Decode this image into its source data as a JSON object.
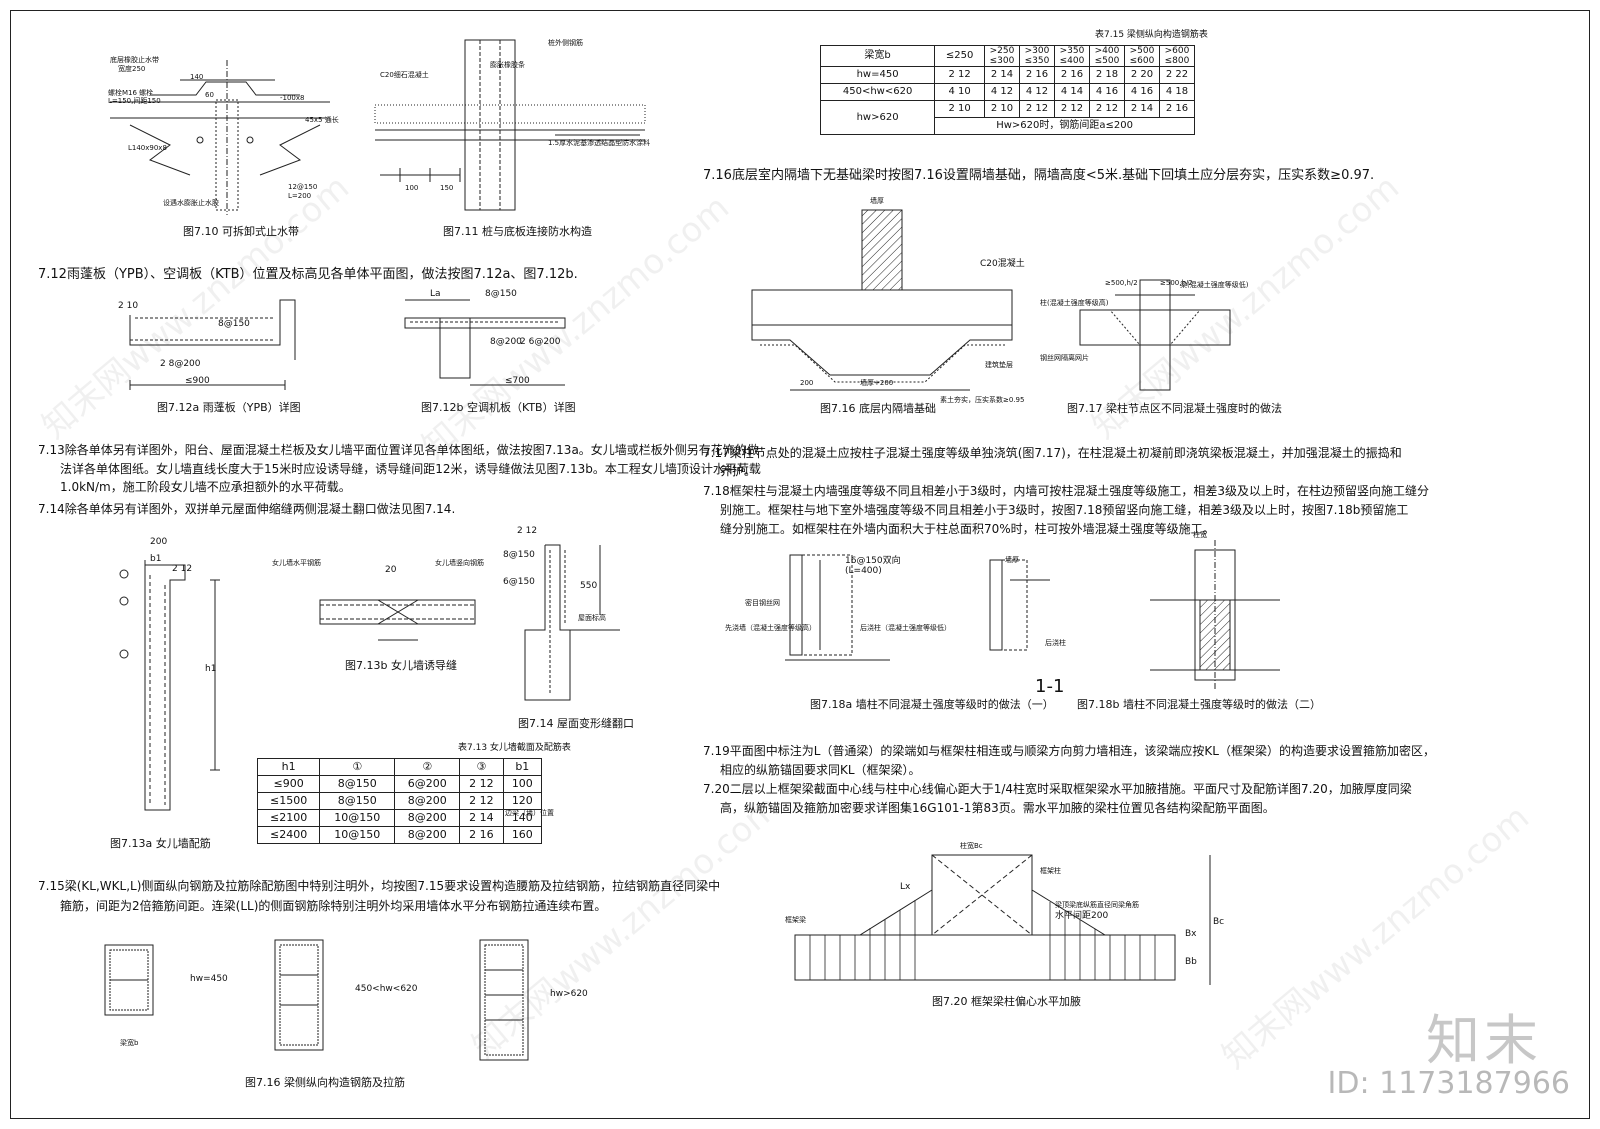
{
  "captions": {
    "f710": "图7.10  可拆卸式止水带",
    "f711": "图7.11  桩与底板连接防水构造",
    "f712a": "图7.12a  雨蓬板（YPB）详图",
    "f712b": "图7.12b  空调机板（KTB）详图",
    "f713a": "图7.13a  女儿墙配筋",
    "f713b": "图7.13b  女儿墙诱导缝",
    "f714": "图7.14  屋面变形缝翻口",
    "f716left": "图7.16  梁侧纵向构造钢筋及拉筋",
    "f716": "图7.16  底层内隔墙基础",
    "f717": "图7.17  梁柱节点区不同混凝土强度时的做法",
    "f718a": "图7.18a  墙柱不同混凝土强度等级时的做法（一）",
    "f718b": "图7.18b  墙柱不同混凝土强度等级时的做法（二）",
    "f720": "图7.20  框架梁柱偏心水平加腋",
    "sec11": "1-1"
  },
  "notes": {
    "n712": "7.12雨蓬板（YPB）、空调板（KTB）位置及标高见各单体平面图，做法按图7.12a、图7.12b.",
    "n713_1": "7.13除各单体另有详图外，阳台、屋面混凝土栏板及女儿墙平面位置详见各单体图纸，做法按图7.13a。女儿墙或栏板外侧另有花饰的做",
    "n713_2": "法详各单体图纸。女儿墙直线长度大于15米时应设诱导缝，诱导缝间距12米，诱导缝做法见图7.13b。本工程女儿墙顶设计水平荷载",
    "n713_3": "1.0kN/m，施工阶段女儿墙不应承担额外的水平荷载。",
    "n714": "7.14除各单体另有详图外，双拼单元屋面伸缩缝两侧混凝土翻口做法见图7.14.",
    "n715_1": "7.15梁(KL,WKL,L)侧面纵向钢筋及拉筋除配筋图中特别注明外，均按图7.15要求设置构造腰筋及拉结钢筋，拉结钢筋直径同梁中",
    "n715_2": "箍筋，间距为2倍箍筋间距。连梁(LL)的侧面钢筋除特别注明外均采用墙体水平分布钢筋拉通连续布置。",
    "n716": "7.16底层室内隔墙下无基础梁时按图7.16设置隔墙基础，隔墙高度<5米.基础下回填土应分层夯实，压实系数≥0.97.",
    "n717_1": "7.17梁柱节点处的混凝土应按柱子混凝土强度等级单独浇筑(图7.17)，在柱混凝土初凝前即浇筑梁板混凝土，并加强混凝土的振捣和",
    "n717_2": "养护。",
    "n718_1": "7.18框架柱与混凝土内墙强度等级不同且相差小于3级时，内墙可按柱混凝土强度等级施工，相差3级及以上时，在柱边预留竖向施工缝分",
    "n718_2": "别施工。框架柱与地下室外墙强度等级不同且相差小于3级时，按图7.18预留竖向施工缝，相差3级及以上时，按图7.18b预留施工",
    "n718_3": "缝分别施工。如框架柱在外墙内面积大于柱总面积70%时，柱可按外墙混凝土强度等级施工。",
    "n719_1": "7.19平面图中标注为L（普通梁）的梁端如与框架柱相连或与顺梁方向剪力墙相连，该梁端应按KL（框架梁）的构造要求设置箍筋加密区，",
    "n719_2": "相应的纵筋锚固要求同KL（框架梁）。",
    "n720_1": "7.20二层以上框架梁截面中心线与柱中心线偏心距大于1/4柱宽时采取框架梁水平加腋措施。平面尺寸及配筋详图7.20，加腋厚度同梁",
    "n720_2": "高，纵筋锚固及箍筋加密要求详图集16G101-1第83页。需水平加腋的梁柱位置见各结构梁配筋平面图。"
  },
  "table713": {
    "title": "表7.13  女儿墙截面及配筋表",
    "header": [
      "h1",
      "①",
      "②",
      "③",
      "b1"
    ],
    "rows": [
      [
        "≤900",
        "8@150",
        "6@200",
        "2 12",
        "100"
      ],
      [
        "≤1500",
        "8@150",
        "8@200",
        "2 12",
        "120"
      ],
      [
        "≤2100",
        "10@150",
        "8@200",
        "2 14",
        "140"
      ],
      [
        "≤2400",
        "10@150",
        "8@200",
        "2 16",
        "160"
      ]
    ]
  },
  "table715": {
    "title": "表7.15  梁侧纵向构造钢筋表",
    "header": [
      "梁宽b",
      "≤250",
      ">250 ≤300",
      ">300 ≤350",
      ">350 ≤400",
      ">400 ≤500",
      ">500 ≤600",
      ">600 ≤800"
    ],
    "rows": [
      [
        "hw=450",
        "2 12",
        "2 14",
        "2 16",
        "2 16",
        "2 18",
        "2 20",
        "2 22"
      ],
      [
        "450<hw<620",
        "4 10",
        "4 12",
        "4 12",
        "4 14",
        "4 16",
        "4 16",
        "4 18"
      ],
      [
        "hw>620",
        "2 10",
        "2 10",
        "2 12",
        "2 12",
        "2 12",
        "2 14",
        "2 16"
      ]
    ],
    "footnote": "Hw>620时，钢筋间距a≤200"
  },
  "labels": {
    "l1": "底层橡胶止水带",
    "l2": "宽度250",
    "l3": "140",
    "l4": "60",
    "l5": "螺栓M16 螺栓",
    "l6": "L=150,间距150",
    "l7": "-100x8",
    "l8": "45x5 通长",
    "l9": "L140x90x8",
    "l10": "12@150",
    "l11": "L=200",
    "l12": "设遇水膨胀止水胶",
    "l13": "C20细石混凝土",
    "l14": "桩外侧钢筋",
    "l15": "膨胀橡胶条",
    "l16": "100",
    "l17": "150",
    "l18": "1.5厚水泥基渗透结晶型防水涂料",
    "l19": "C20混凝土",
    "l20": "墙厚+200",
    "l21": "200",
    "l22": "素土夯实，压实系数≥0.95",
    "l23": "建筑垫层",
    "l24": "≥500,h/2",
    "l25": "≥500,h/2",
    "l26": "柱(混凝土强度等级高)",
    "l27": "梁(混凝土强度等级低)",
    "l28": "钢丝网隔离网片",
    "l29": "2 10",
    "l30": "8@150",
    "l31": "2 8@200",
    "l32": "≤900",
    "l33": "La",
    "l34": "8@150",
    "l35": "8@200",
    "l36": "2 6@200",
    "l37": "≤700",
    "l38": "边梁（墙）位置",
    "l39": "200",
    "l40": "b1",
    "l41": "2 12",
    "l42": "h1",
    "l43": "女儿墙水平钢筋",
    "l44": "女儿墙竖向钢筋",
    "l45": "20",
    "l46": "2 12",
    "l47": "8@150",
    "l48": "6@150",
    "l49": "550",
    "l50": "屋面标高",
    "l51": "16@150双向",
    "l52": "(L=400)",
    "l53": "密目钢丝网",
    "l54": "先浇墙（混凝土强度等级高）",
    "l55": "后浇柱（混凝土强度等级低）",
    "l56": "柱宽Bc",
    "l57": "框架柱",
    "l58": "框架梁",
    "l59": "梁顶梁底纵筋直径同梁角筋",
    "l60": "水平间距200",
    "l61": "Lx",
    "l62": "Bx",
    "l63": "Bb",
    "l64": "Bc",
    "l65": "梁宽b",
    "l66": "hw=450",
    "l67": "450<hw<620",
    "l68": "hw>620",
    "l69": "墙厚",
    "l70": "柱宽",
    "l71": "墙厚",
    "l72": "后浇柱"
  },
  "watermark": {
    "logo": "知末",
    "id": "ID: 1173187966",
    "site": "知末网www.znzmo.com"
  }
}
